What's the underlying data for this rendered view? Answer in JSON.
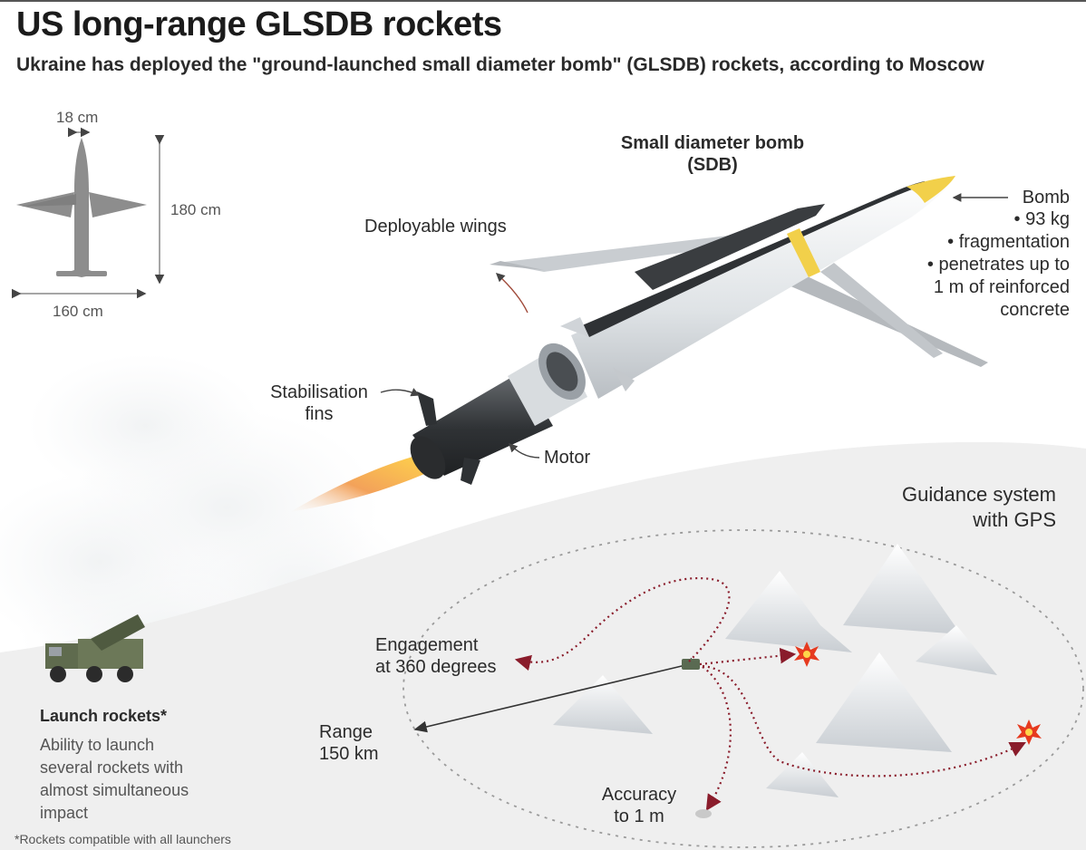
{
  "header": {
    "title": "US long-range GLSDB rockets",
    "subtitle": "Ukraine has deployed the \"ground-launched small diameter bomb\" (GLSDB) rockets, according to Moscow"
  },
  "dimensions": {
    "width": "18 cm",
    "length": "180 cm",
    "wingspan": "160 cm"
  },
  "sdb": {
    "title_line1": "Small diameter bomb",
    "title_line2": "(SDB)"
  },
  "labels": {
    "deployable_wings": "Deployable wings",
    "stabilisation_line1": "Stabilisation",
    "stabilisation_line2": "fins",
    "motor": "Motor"
  },
  "bomb": {
    "title": "Bomb",
    "specs": [
      "• 93 kg",
      "• fragmentation",
      "• penetrates up to",
      "1 m of reinforced",
      "concrete"
    ]
  },
  "guidance": {
    "line1": "Guidance system",
    "line2": "with GPS",
    "engagement_line1": "Engagement",
    "engagement_line2": "at 360 degrees",
    "range_line1": "Range",
    "range_line2": "150 km",
    "accuracy_line1": "Accuracy",
    "accuracy_line2": "to 1 m"
  },
  "launcher": {
    "title": "Launch rockets*",
    "desc": [
      "Ability to launch",
      "several rockets with",
      "almost simultaneous",
      "impact"
    ],
    "footnote": "*Rockets compatible with all launchers"
  },
  "colors": {
    "silhouette": "#8d8d8d",
    "rocket_body": "#e9ecef",
    "rocket_dark": "#3a3d40",
    "accent_yellow": "#f2d04a",
    "path_red": "#8a1c2b",
    "explosion": "#e63a1f"
  }
}
